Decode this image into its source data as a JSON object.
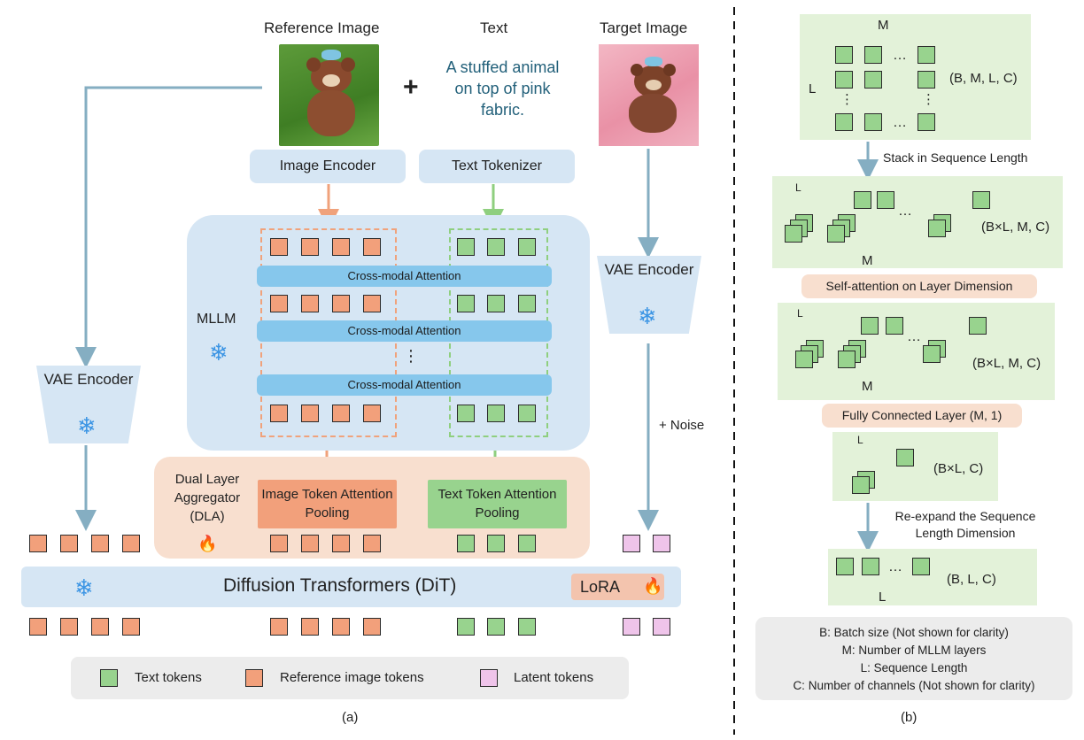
{
  "panel_a": {
    "ref_title": "Reference Image",
    "text_title": "Text",
    "target_title": "Target Image",
    "plus": "+",
    "caption_text": "A stuffed animal on top of pink fabric.",
    "image_encoder": "Image Encoder",
    "text_tokenizer": "Text Tokenizer",
    "mllm_label": "MLLM",
    "cross_modal": "Cross-modal Attention",
    "vdots": "⋮",
    "vae_left": "VAE Encoder",
    "vae_right": "VAE Encoder",
    "noise": "+ Noise",
    "dla_label": "Dual Layer Aggregator (DLA)",
    "image_pool": "Image Token Attention Pooling",
    "text_pool": "Text Token Attention Pooling",
    "dit_label": "Diffusion Transformers (DiT)",
    "lora": "LoRA",
    "legend": {
      "text_tokens": "Text tokens",
      "ref_tokens": "Reference image tokens",
      "latent_tokens": "Latent tokens"
    },
    "panel_caption": "(a)"
  },
  "panel_b": {
    "m_top": "M",
    "l_left": "L",
    "shape1": "(B, M, L, C)",
    "dots": "…",
    "vdots": "⋮",
    "stack_label": "Stack in Sequence Length",
    "l_small": "L",
    "shape2": "(B×L, M, C)",
    "m_2": "M",
    "self_attn": "Self-attention on Layer Dimension",
    "shape3": "(B×L, M, C)",
    "m_3": "M",
    "fc_label": "Fully Connected Layer (M, 1)",
    "shape4": "(B×L, C)",
    "reexpand": "Re-expand the Sequence Length Dimension",
    "shape5": "(B, L, C)",
    "l_bottom": "L",
    "legend_b": "B: Batch size (Not shown for clarity)",
    "legend_m": "M: Number of MLLM layers",
    "legend_l": "L: Sequence Length",
    "legend_c": "C: Number of channels (Not shown for clarity)",
    "panel_caption": "(b)"
  },
  "colors": {
    "text_token": "#98d38e",
    "ref_token": "#f2a07b",
    "latent_token": "#efc4ea",
    "arrow": "#85aec2",
    "mllm_bg": "#d6e6f4",
    "attn_bar": "#86c7ec",
    "dla_bg": "#f8dfcf",
    "green_bg": "#e3f2d9",
    "caption_blue": "#22607a"
  }
}
